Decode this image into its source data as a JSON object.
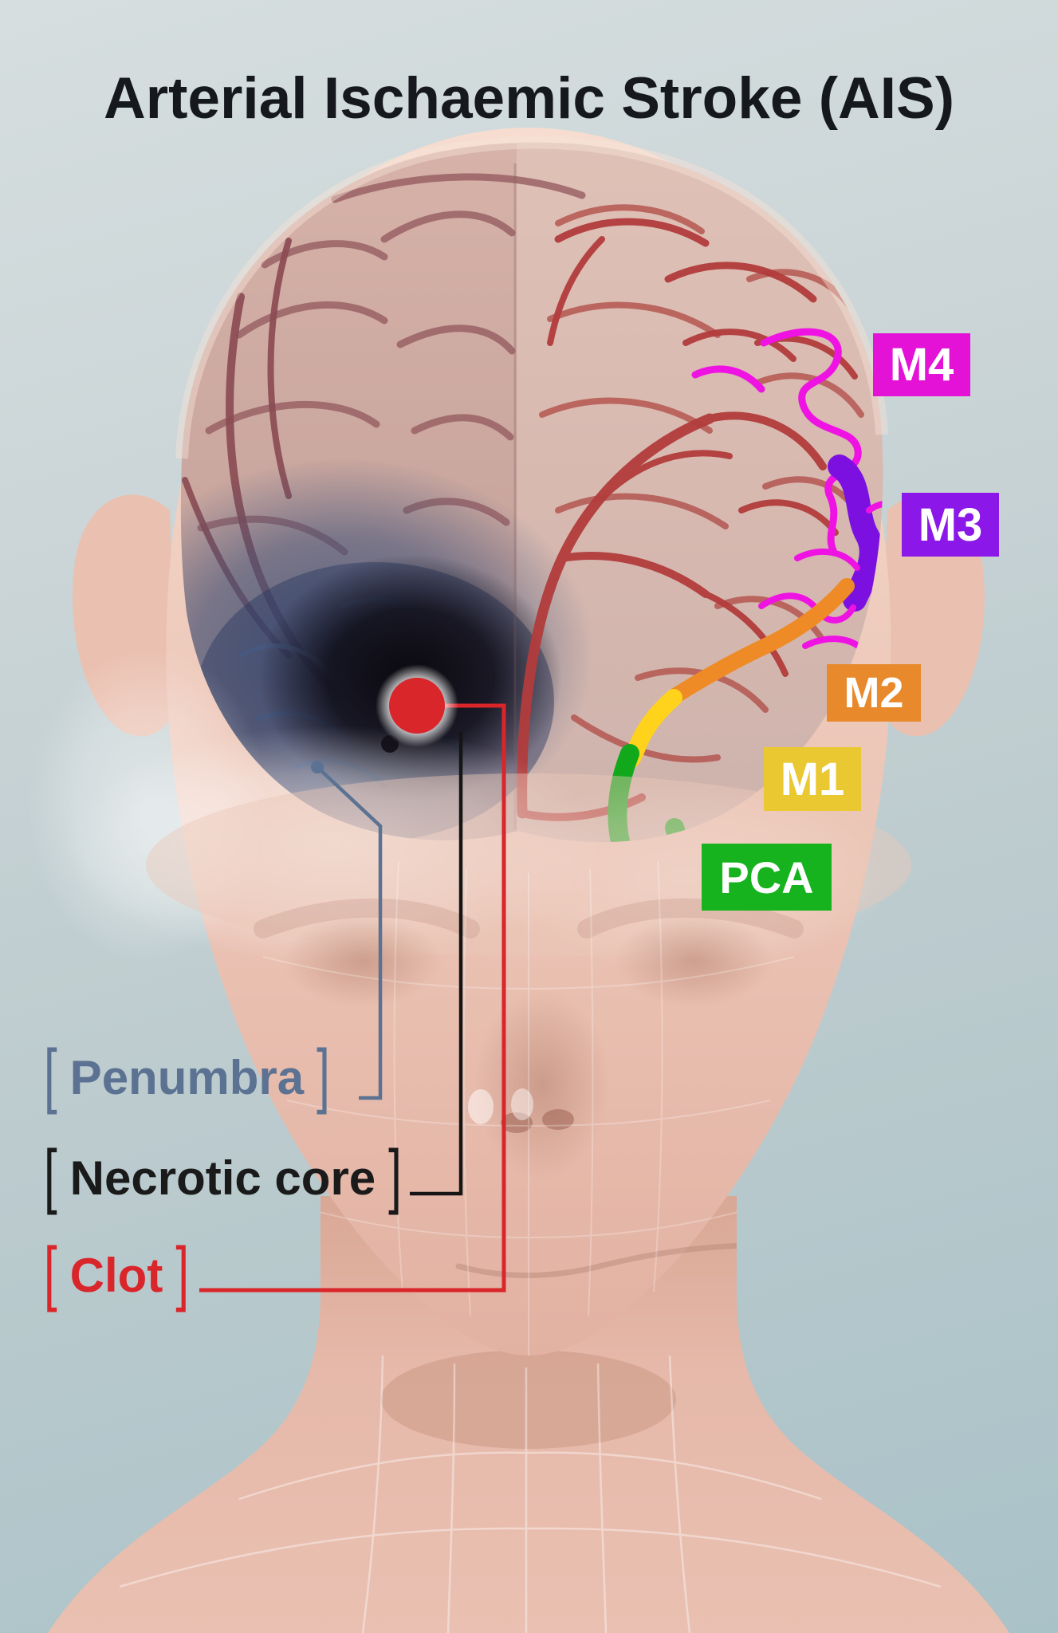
{
  "title": "Arterial Ischaemic Stroke (AIS)",
  "artery_labels": [
    {
      "label": "M4",
      "color": "#e312d6"
    },
    {
      "label": "M3",
      "color": "#8b17e8"
    },
    {
      "label": "M2",
      "color": "#e8892b"
    },
    {
      "label": "M1",
      "color": "#eac832"
    },
    {
      "label": "PCA",
      "color": "#16b31f"
    }
  ],
  "annotations": [
    {
      "label": "Penumbra",
      "color": "#5b7292"
    },
    {
      "label": "Necrotic core",
      "color": "#1a1a1a"
    },
    {
      "label": "Clot",
      "color": "#d8262b"
    }
  ],
  "brackets": {
    "open": "[",
    "close": "]"
  },
  "markers": {
    "clot_dot_color": "#d8262b",
    "background_color": "#c3ced2"
  }
}
